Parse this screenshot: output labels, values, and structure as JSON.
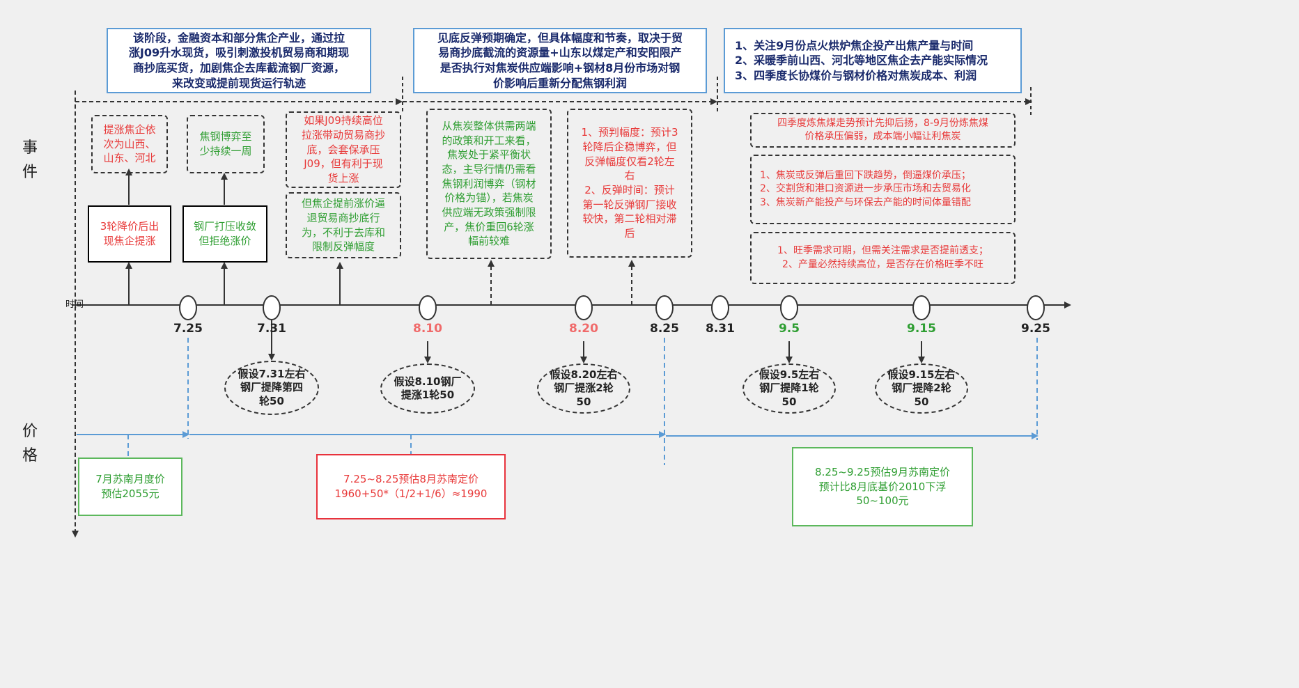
{
  "labels": {
    "events": [
      "事",
      "件"
    ],
    "price": [
      "价",
      "格"
    ],
    "time": "时间"
  },
  "top_boxes": [
    {
      "lines": [
        "该阶段，金融资本和部分焦企产业，通过拉",
        "涨J09升水现货，吸引刺激投机贸易商和期现",
        "商抄底买货，加剧焦企去库截流钢厂资源，",
        "来改变或提前现货运行轨迹"
      ]
    },
    {
      "lines": [
        "见底反弹预期确定，但具体幅度和节奏，取决于贸",
        "易商抄底截流的资源量+山东以煤定产和安阳限产",
        "是否执行对焦炭供应端影响+钢材8月份市场对钢",
        "价影响后重新分配焦钢利润"
      ]
    },
    {
      "lines": [
        "1、关注9月份点火烘炉焦企投产出焦产量与时间",
        "2、采暖季前山西、河北等地区焦企去产能实际情况",
        "3、四季度长协煤价与钢材价格对焦炭成本、利润"
      ]
    }
  ],
  "event_boxes": {
    "hike_order": [
      "提涨焦企依",
      "次为山西、",
      "山东、河北"
    ],
    "game_week": [
      "焦钢博弈至",
      "少持续一周"
    ],
    "j09_high": [
      "如果J09持续高位",
      "拉涨带动贸易商抄",
      "底，会套保承压",
      "J09，但有利于现",
      "货上涨"
    ],
    "early_hike": [
      "但焦企提前涨价逼",
      "退贸易商抄底行",
      "为，不利于去库和",
      "限制反弹幅度"
    ],
    "supply_demand": [
      "从焦炭整体供需两端",
      "的政策和开工来看，",
      "焦炭处于紧平衡状",
      "态，主导行情仍需看",
      "焦钢利润博弈（钢材",
      "价格为锚），若焦炭",
      "供应端无政策强制限",
      "产，焦价重回6轮涨",
      "幅前较难"
    ],
    "forecast": [
      "1、预判幅度：预计3",
      "轮降后企稳博弈，但",
      "反弹幅度仅看2轮左",
      "右",
      "2、反弹时间：预计",
      "第一轮反弹钢厂接收",
      "较快，第二轮相对滞",
      "后"
    ],
    "after_cut": [
      "3轮降价后出",
      "现焦企提涨"
    ],
    "mill_pressure": [
      "钢厂打压收敛",
      "但拒绝涨价"
    ],
    "q4_coal": [
      "四季度炼焦煤走势预计先抑后扬，8-9月份炼焦煤",
      "价格承压偏弱，成本端小幅让利焦炭"
    ],
    "risks": [
      "1、焦炭或反弹后重回下跌趋势，倒逼煤价承压；",
      "2、交割货和港口资源进一步承压市场和去贸易化",
      "3、焦炭新产能投产与环保去产能的时间体量错配"
    ],
    "peak_season": [
      "1、旺季需求可期，但需关注需求是否提前透支；",
      "2、产量必然持续高位，是否存在价格旺季不旺"
    ]
  },
  "timeline": {
    "dates": [
      "7.25",
      "7.31",
      "8.10",
      "8.20",
      "8.25",
      "8.31",
      "9.5",
      "9.15",
      "9.25"
    ]
  },
  "assumptions": [
    [
      "假设7.31左右",
      "钢厂提降第四",
      "轮50"
    ],
    [
      "假设8.10钢厂",
      "提涨1轮50"
    ],
    [
      "假设8.20左右",
      "钢厂提涨2轮",
      "50"
    ],
    [
      "假设9.5左右",
      "钢厂提降1轮",
      "50"
    ],
    [
      "假设9.15左右",
      "钢厂提降2轮",
      "50"
    ]
  ],
  "price_boxes": [
    {
      "lines": [
        "7月苏南月度价",
        "预估2055元"
      ]
    },
    {
      "lines": [
        "7.25~8.25预估8月苏南定价",
        "1960+50*（1/2+1/6）≈1990"
      ]
    },
    {
      "lines": [
        "8.25~9.25预估9月苏南定价",
        "预计比8月底基价2010下浮",
        "50~100元"
      ]
    }
  ],
  "colors": {
    "background": "#f0f0f0",
    "blue": "#5b9bd5",
    "red_text": "#e83a3a",
    "green_text": "#2f9e32",
    "navy_text": "#1a2a6c",
    "red_date": "#f06a6a",
    "green_date": "#2e9e32"
  }
}
